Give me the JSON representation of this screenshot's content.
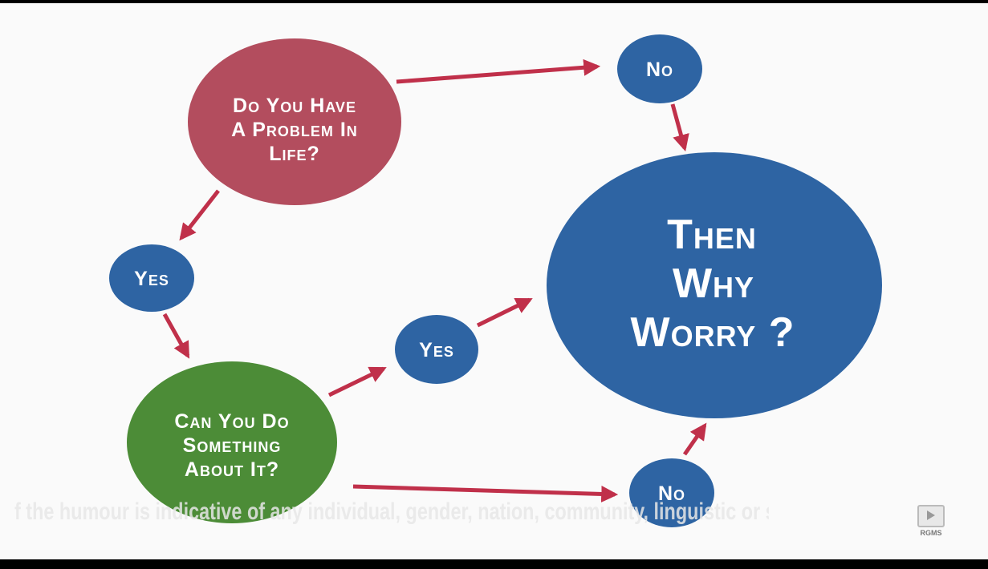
{
  "nodes": {
    "problem": {
      "lines": [
        "Do You Have",
        "A Problem In",
        "Life?"
      ]
    },
    "no_top": {
      "text": "No"
    },
    "yes_left": {
      "text": "Yes"
    },
    "can_do": {
      "lines": [
        "Can You Do",
        "Something",
        "About It?"
      ]
    },
    "yes_mid": {
      "text": "Yes"
    },
    "no_bottom": {
      "text": "No"
    },
    "worry": {
      "lines": [
        "Then",
        "Why",
        "Worry ?"
      ]
    }
  },
  "caption": "f the humour is indicative of any individual, gender, nation, community, linguistic or socio-ethnic gi",
  "colors": {
    "problem": "#b34d5e",
    "blue": "#2e64a3",
    "green": "#4c8c37",
    "arrow": "#c0304a"
  }
}
